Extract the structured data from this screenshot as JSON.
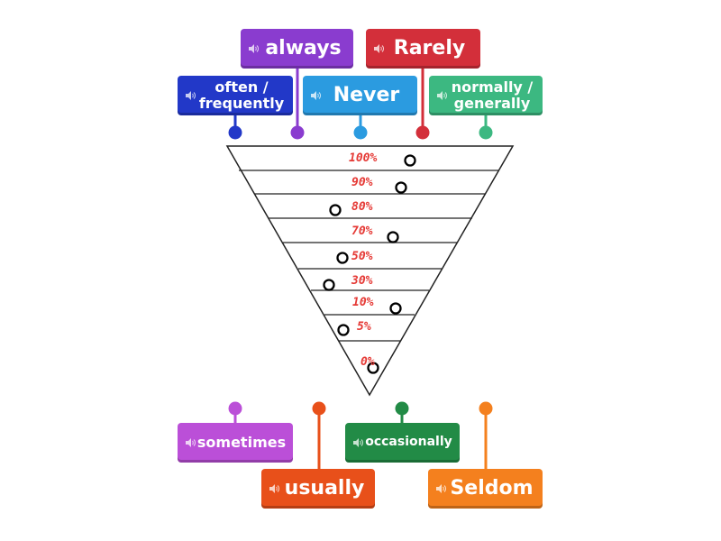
{
  "colors": {
    "always": "#8a3ccf",
    "rarely": "#d32f3a",
    "often": "#2238c8",
    "never": "#2b9be0",
    "normally": "#3cb881",
    "sometimes": "#bb4fd8",
    "occasionally": "#228b46",
    "usually": "#e8501a",
    "seldom": "#f4801e",
    "percent_text": "#e53935"
  },
  "speaker_icon": "speaker-icon",
  "tiles": {
    "always": "always",
    "rarely": "Rarely",
    "often": "often /\nfrequently",
    "never": "Never",
    "normally": "normally /\ngenerally",
    "sometimes": "sometimes",
    "usually": "usually",
    "occasionally": "occasionally",
    "seldom": "Seldom"
  },
  "funnel_labels": [
    "100%",
    "90%",
    "80%",
    "70%",
    "50%",
    "30%",
    "10%",
    "5%",
    "0%"
  ]
}
